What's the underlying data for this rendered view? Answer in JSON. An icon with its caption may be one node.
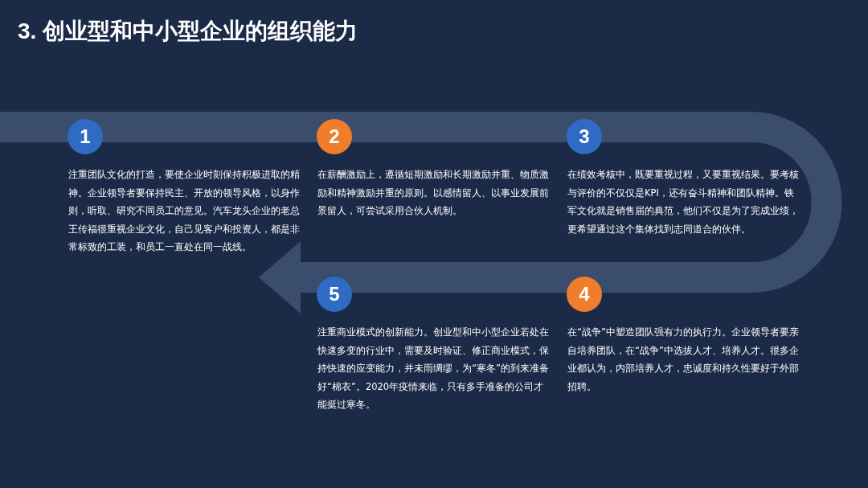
{
  "diagram": {
    "title": "3. 创业型和中小型企业的组织能力",
    "nodes": [
      {
        "text": [
          "1"
        ],
        "beside": [
          "注重团队文化的打造，要使企业时刻保持积极进取的精神。企业领导者要保持民主、开放的领导风格，以身作则，听取、研究不同员工的意见。汽车龙头企业的老总王传福很重视企业文化，自己见客户和投资人，都是非常标致的工装，和员工一直处在同一战线。"
        ]
      },
      {
        "text": [
          "2"
        ],
        "beside": [
          "在薪酬激励上，遵循短期激励和长期激励并重、物质激励和精神激励并重的原则。以感情留人、以事业发展前景留人，可尝试采用合伙人机制。"
        ]
      },
      {
        "text": [
          "3"
        ],
        "beside": [
          "在绩效考核中，既要重视过程，又要重视结果。要考核与评价的不仅仅是KPI，还有奋斗精神和团队精神。铁军文化就是销售届的典范，他们不仅是为了完成业绩，更希望通过这个集体找到志同道合的伙伴。"
        ]
      },
      {
        "text": [
          "4"
        ],
        "beside": [
          "在“战争”中塑造团队强有力的执行力。企业领导者要亲自培养团队，在“战争”中选拔人才、培养人才。很多企业都认为，内部培养人才，忠诚度和持久性要好于外部招聘。"
        ]
      },
      {
        "text": [
          "5"
        ],
        "beside": [
          "注重商业模式的创新能力。创业型和中小型企业若处在快速多变的行业中，需要及时验证、修正商业模式，保持快速的应变能力，并未雨绸缪，为“寒冬”的到来准备好“棉衣”。2020年疫情来临，只有多手准备的公司才能挺过寒冬。"
        ]
      }
    ]
  }
}
